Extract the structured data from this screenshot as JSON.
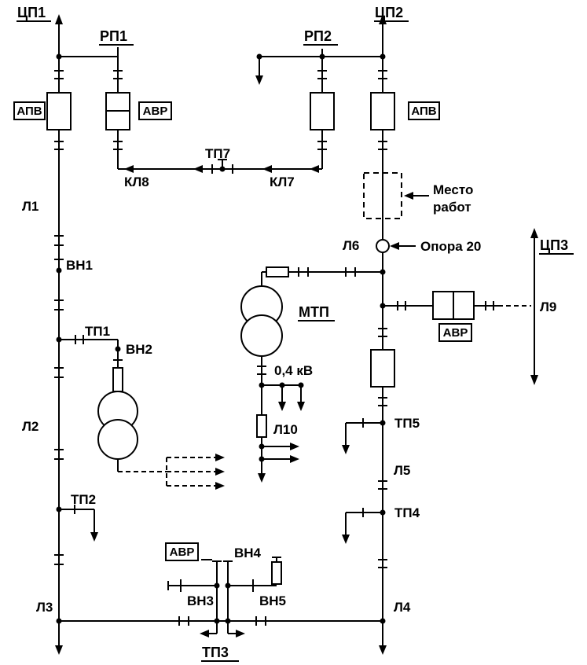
{
  "diagram": {
    "sources": {
      "cp1": "ЦП1",
      "cp2": "ЦП2",
      "cp3": "ЦП3"
    },
    "distribution_points": {
      "rp1": "РП1",
      "rp2": "РП2"
    },
    "substations": {
      "tp1": "ТП1",
      "tp2": "ТП2",
      "tp3": "ТП3",
      "tp4": "ТП4",
      "tp5": "ТП5",
      "tp7": "ТП7",
      "mtp": "МТП"
    },
    "lines": {
      "l1": "Л1",
      "l2": "Л2",
      "l3": "Л3",
      "l4": "Л4",
      "l5": "Л5",
      "l6": "Л6",
      "l9": "Л9",
      "l10": "Л10",
      "kl7": "КЛ7",
      "kl8": "КЛ8"
    },
    "switches": {
      "vn1": "ВН1",
      "vn2": "ВН2",
      "vn3": "ВН3",
      "vn4": "ВН4",
      "vn5": "ВН5"
    },
    "devices": {
      "apv": "АПВ",
      "avr": "АВР"
    },
    "annotations": {
      "work_site_line1": "Место",
      "work_site_line2": "работ",
      "pole": "Опора 20",
      "voltage": "0,4 кВ"
    },
    "colors": {
      "line": "#000000",
      "background": "#ffffff"
    }
  }
}
